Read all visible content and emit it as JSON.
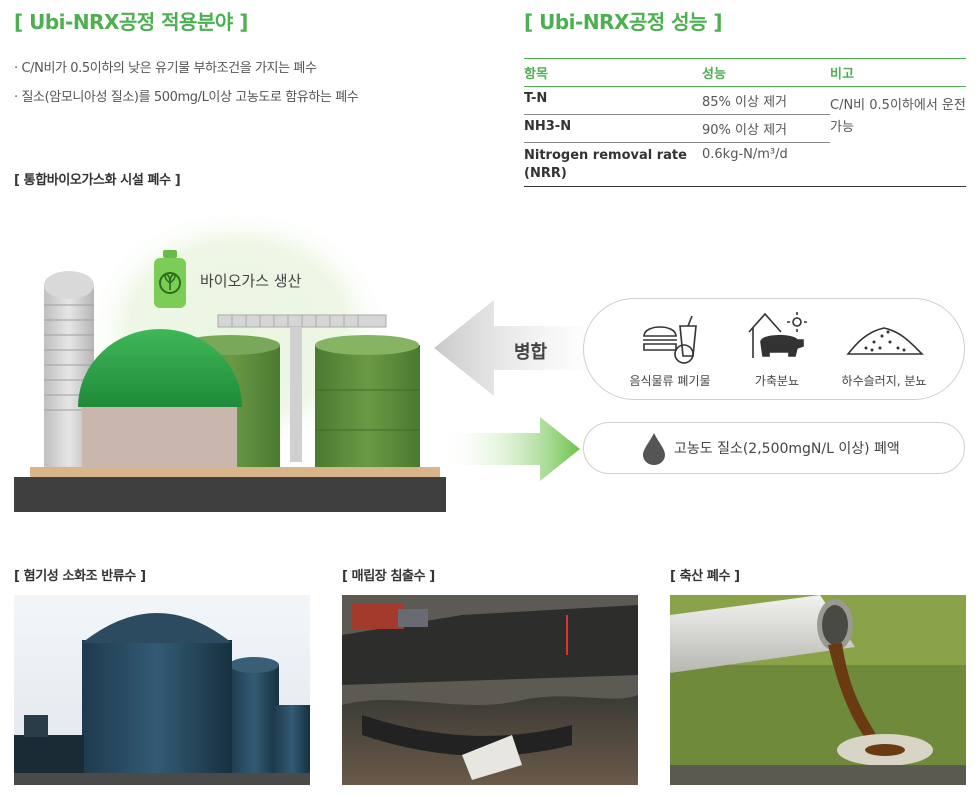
{
  "application": {
    "title": "[ Ubi-NRX공정 적용분야 ]",
    "bullets": [
      "· C/N비가 0.5이하의 낮은 유기물 부하조건을 가지는 폐수",
      "· 질소(암모니아성 질소)를 500mg/L이상 고농도로 함유하는 폐수"
    ],
    "facility_label": "[ 통합바이오가스화 시설 폐수 ]"
  },
  "performance": {
    "title": "[ Ubi-NRX공정 성능 ]",
    "headers": [
      "항목",
      "성능",
      "비고"
    ],
    "rows": [
      {
        "item": "T-N",
        "value": "85% 이상 제거"
      },
      {
        "item": "NH3-N",
        "value": "90% 이상 제거"
      },
      {
        "item": "Nitrogen removal rate (NRR)",
        "value": "0.6kg-N/m³/d"
      }
    ],
    "note": "C/N비 0.5이하에서 운전 가능"
  },
  "diagram": {
    "biogas_label": "바이오가스 생산",
    "merge_label": "병합",
    "inputs": [
      {
        "label": "음식물류 폐기물",
        "icon": "food-waste-icon"
      },
      {
        "label": "가축분뇨",
        "icon": "livestock-icon"
      },
      {
        "label": "하수슬러지, 분뇨",
        "icon": "sludge-icon"
      }
    ],
    "output_label": "고농도 질소(2,500mgN/L 이상) 폐액",
    "output_icon": "droplet-icon"
  },
  "gallery": [
    {
      "label": "[ 혐기성 소화조 반류수 ]"
    },
    {
      "label": "[ 매립장 침출수 ]"
    },
    {
      "label": "[ 축산 폐수 ]"
    }
  ],
  "colors": {
    "accent": "#4caf50",
    "tank_green": "#5a8a3a",
    "dome_green": "#2e9a46"
  }
}
